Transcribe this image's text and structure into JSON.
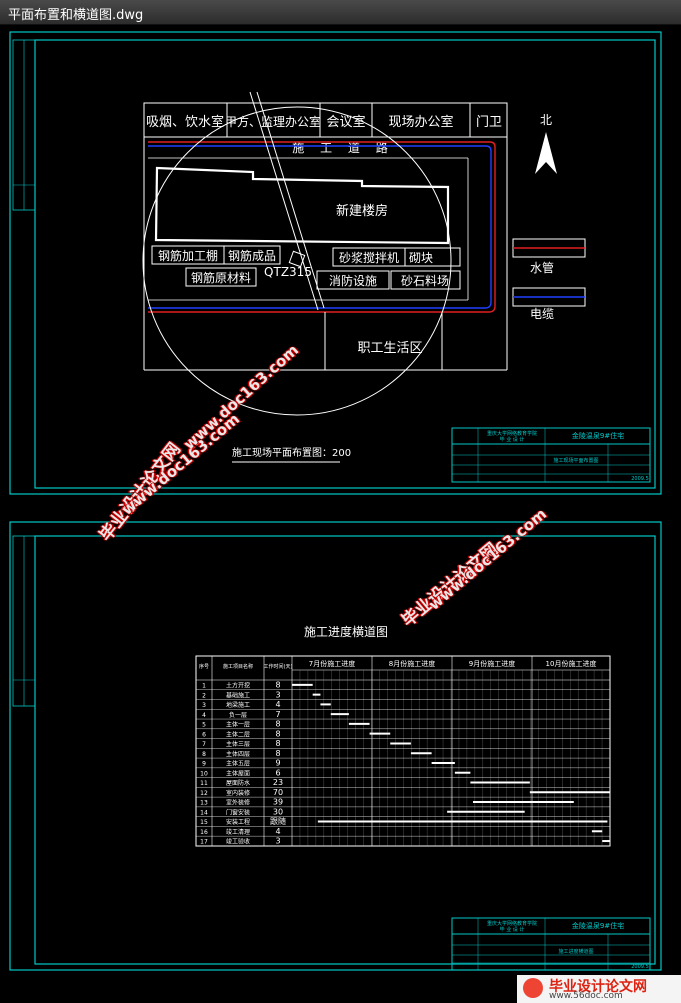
{
  "window": {
    "title": "平面布置和横道图.dwg"
  },
  "site_plan": {
    "rooms": [
      "吸烟、饮水室",
      "甲方、监理办公室",
      "会议室",
      "现场办公室",
      "门卫"
    ],
    "road": "施 工 道 路",
    "building": "新建楼房",
    "north": "北",
    "yards": {
      "rebar_shed": "钢筋加工棚",
      "rebar_product": "钢筋成品",
      "rebar_raw": "钢筋原材料",
      "crane": "QTZ315",
      "mortar": "砂浆搅拌机",
      "brick": "砌块",
      "fire": "消防设施",
      "sand": "砂石料场",
      "living": "职工生活区"
    },
    "legend": {
      "water": "水管",
      "power": "电缆"
    },
    "caption": "施工现场平面布置图：200",
    "titleblock": {
      "school": "重庆大学网络教育学院",
      "kind": "毕 业 设 计",
      "project": "金陵温泉9#住宅",
      "drawing": "施工现场平面布置图",
      "year": "2009.5"
    }
  },
  "gantt": {
    "title": "施工进度横道图",
    "headers": {
      "no": "序号",
      "task": "施工项目名称",
      "days": "工作时间(天)"
    },
    "months": [
      "7月份施工进度",
      "8月份施工进度",
      "9月份施工进度",
      "10月份施工进度"
    ],
    "tasks": [
      {
        "no": "1",
        "name": "土方开挖",
        "days": "8"
      },
      {
        "no": "2",
        "name": "基础施工",
        "days": "3"
      },
      {
        "no": "3",
        "name": "地梁施工",
        "days": "4"
      },
      {
        "no": "4",
        "name": "负一层",
        "days": "7"
      },
      {
        "no": "5",
        "name": "主体一层",
        "days": "8"
      },
      {
        "no": "6",
        "name": "主体二层",
        "days": "8"
      },
      {
        "no": "7",
        "name": "主体三层",
        "days": "8"
      },
      {
        "no": "8",
        "name": "主体四层",
        "days": "8"
      },
      {
        "no": "9",
        "name": "主体五层",
        "days": "9"
      },
      {
        "no": "10",
        "name": "主体屋面",
        "days": "6"
      },
      {
        "no": "11",
        "name": "屋面防水",
        "days": "23"
      },
      {
        "no": "12",
        "name": "室内装修",
        "days": "70"
      },
      {
        "no": "13",
        "name": "室外装修",
        "days": "39"
      },
      {
        "no": "14",
        "name": "门窗安装",
        "days": "30"
      },
      {
        "no": "15",
        "name": "安装工程",
        "days": "跟随"
      },
      {
        "no": "16",
        "name": "竣工清理",
        "days": "4"
      },
      {
        "no": "17",
        "name": "竣工验收",
        "days": "3"
      }
    ],
    "titleblock": {
      "school": "重庆大学网络教育学院",
      "kind": "毕 业 设 计",
      "project": "金陵温泉9#住宅",
      "drawing": "施工进度横道图",
      "year": "2009.5"
    }
  },
  "watermarks": {
    "site_cn": "毕业设计论文网",
    "site_url": "www.doc163.com"
  },
  "footer": {
    "logo": "毕业设计论文网",
    "url": "www.56doc.com"
  },
  "colors": {
    "frame": "#00c8c8",
    "lines": "#ffffff",
    "water": "#e02020",
    "power": "#2040ff"
  }
}
